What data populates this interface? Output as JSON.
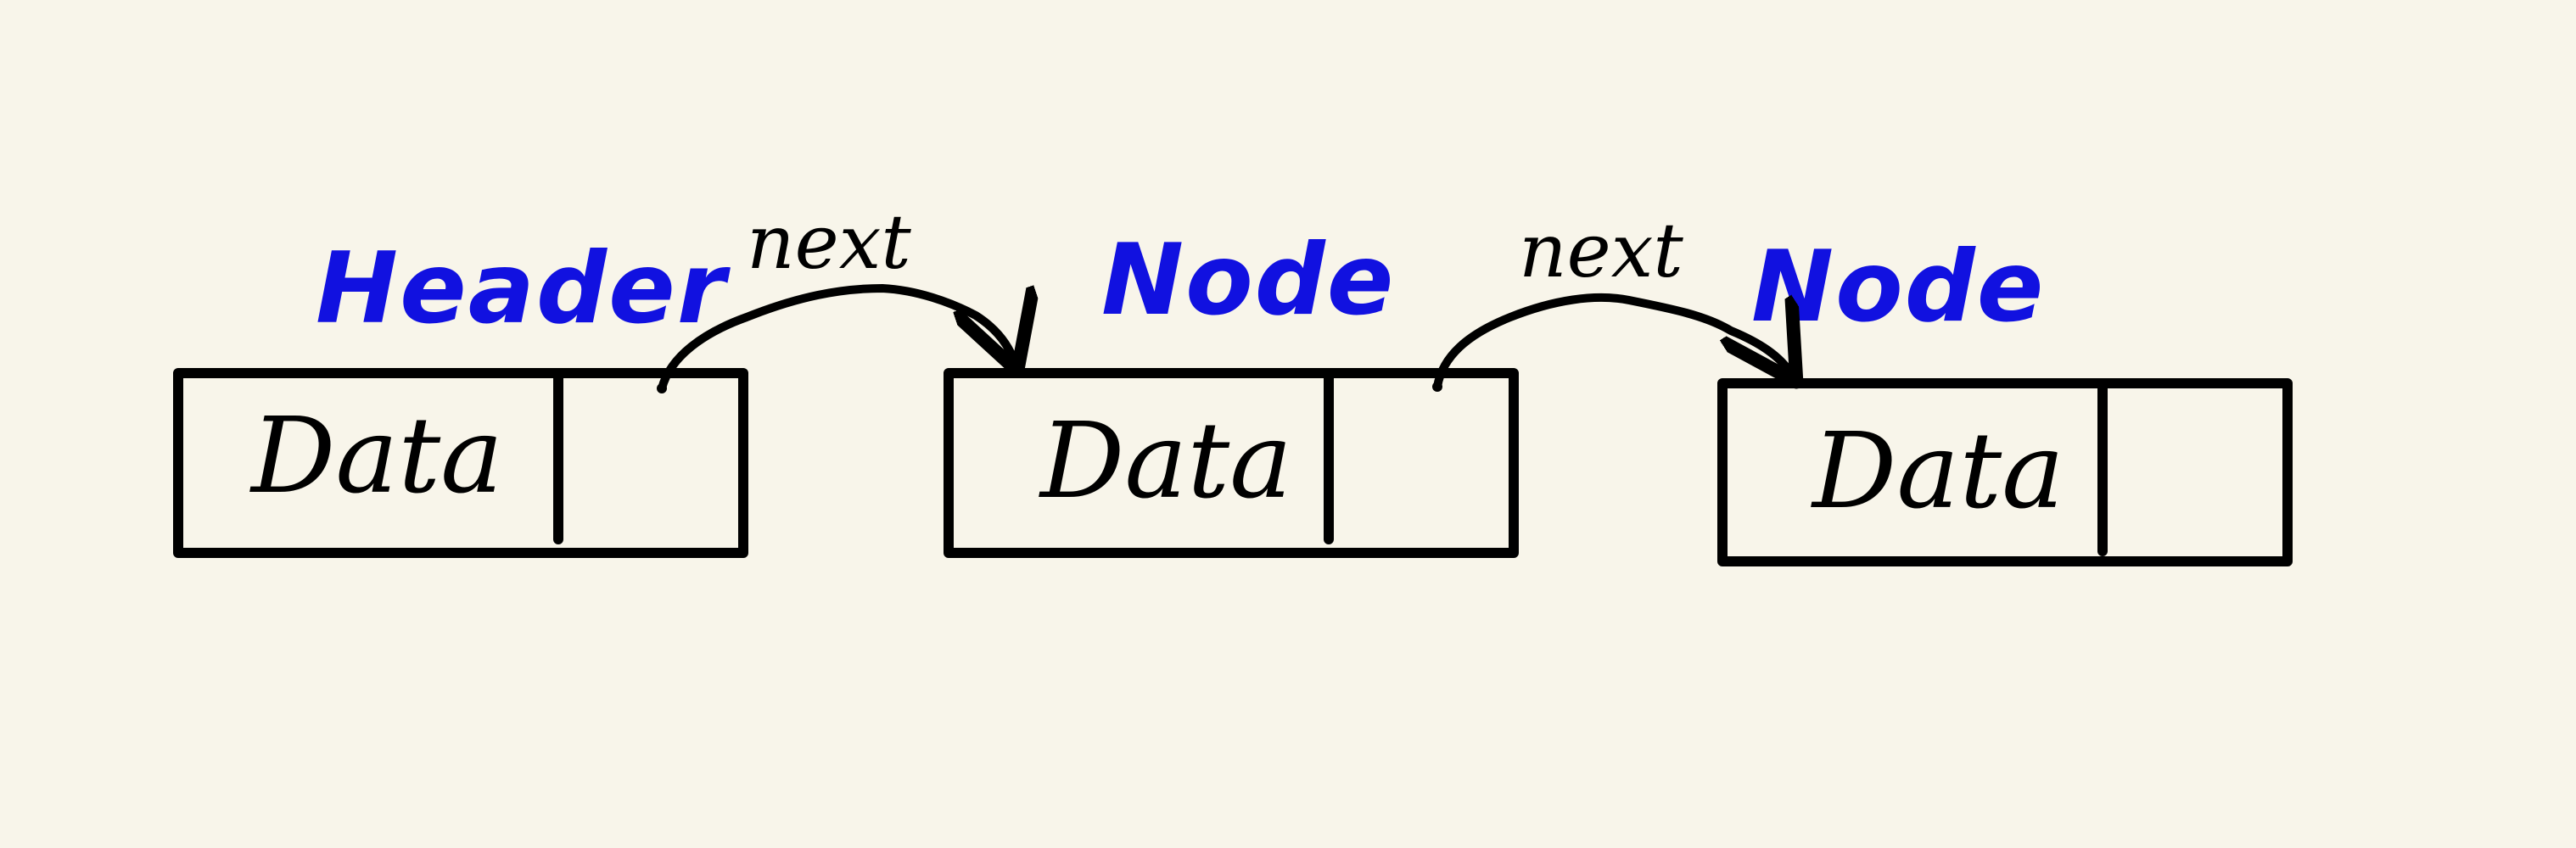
{
  "colors": {
    "background": "#f8f5ea",
    "title": "#1111e0",
    "stroke": "#000000"
  },
  "nodes": [
    {
      "title": "Header",
      "data_label": "Data"
    },
    {
      "title": "Node",
      "data_label": "Data"
    },
    {
      "title": "Node",
      "data_label": "Data"
    }
  ],
  "edges": [
    {
      "label": "next"
    },
    {
      "label": "next"
    }
  ]
}
